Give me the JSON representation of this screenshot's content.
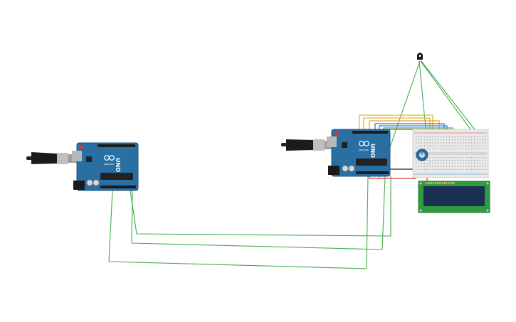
{
  "canvas": {
    "background": "#ffffff"
  },
  "colors": {
    "board_blue": "#2a6fa3",
    "board_dark": "#1d5582",
    "wire_green": "#3fae49",
    "wire_yellow": "#e4b62b",
    "wire_orange": "#f0a030",
    "wire_blue": "#2f7fd6",
    "wire_red": "#d33a2c",
    "wire_black": "#222222",
    "lcd_pcb": "#2f9a3e",
    "lcd_screen": "#1b2f55",
    "breadboard": "#e9e9e9"
  },
  "components": {
    "arduino_left": {
      "model_label": "UNO",
      "brand_label": "ARDUINO",
      "icon": "infinity-logo-icon"
    },
    "arduino_right": {
      "model_label": "UNO",
      "brand_label": "ARDUINO",
      "icon": "infinity-logo-icon"
    },
    "usb_cable_left": {
      "icon": "usb-plug-icon"
    },
    "usb_cable_right": {
      "icon": "usb-plug-icon"
    },
    "temperature_sensor": {
      "icon": "tmp-sensor-icon"
    },
    "potentiometer": {
      "icon": "potentiometer-icon"
    },
    "breadboard": {
      "icon": "breadboard-icon"
    },
    "lcd_16x2": {
      "icon": "lcd-display-icon"
    }
  }
}
